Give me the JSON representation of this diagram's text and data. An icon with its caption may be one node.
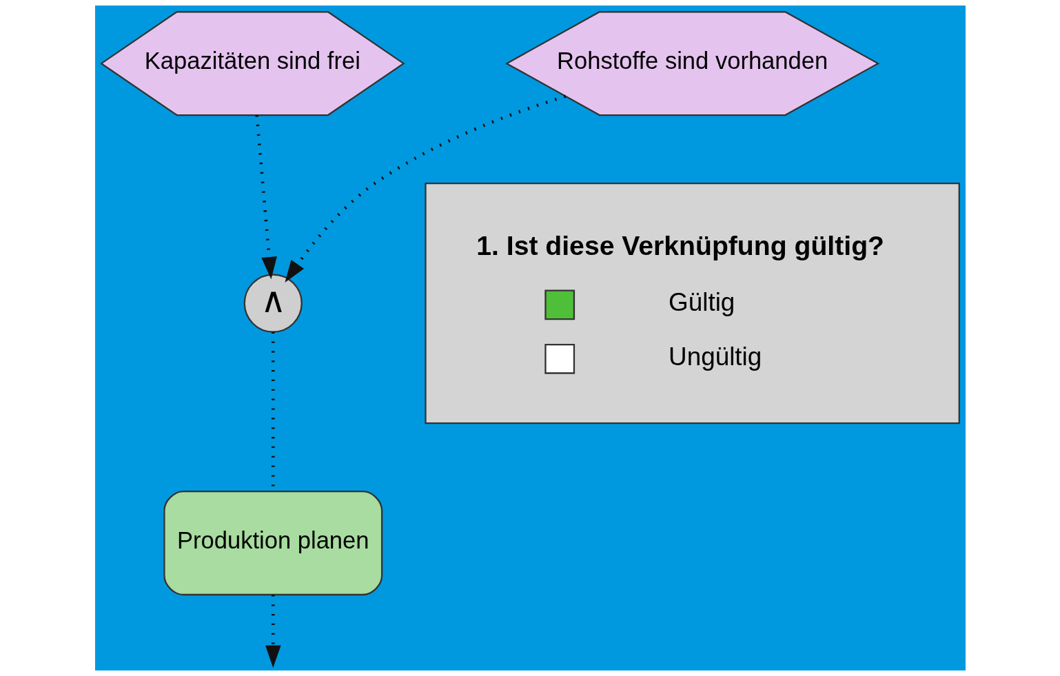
{
  "diagram": {
    "nodes": [
      {
        "text": [
          "Kapazitäten sind frei"
        ]
      },
      {
        "text": [
          "Rohstoffe sind vorhanden"
        ]
      },
      {
        "text": [
          "∧"
        ]
      },
      {
        "text": [
          "Produktion planen"
        ]
      },
      {
        "text": [
          "1. Ist diese Verknüpfung gültig?",
          "Gültig",
          "Ungültig"
        ]
      }
    ],
    "edges": [
      {
        "from": 0,
        "to": 2,
        "arrow": "to",
        "style": "dashed"
      },
      {
        "from": 1,
        "to": 2,
        "arrow": "to",
        "style": "dashed"
      },
      {
        "from": 2,
        "to": 3,
        "arrow": "none",
        "style": "dashed"
      },
      {
        "from": 3,
        "to": null,
        "arrow": "to",
        "style": "dashed"
      }
    ]
  }
}
